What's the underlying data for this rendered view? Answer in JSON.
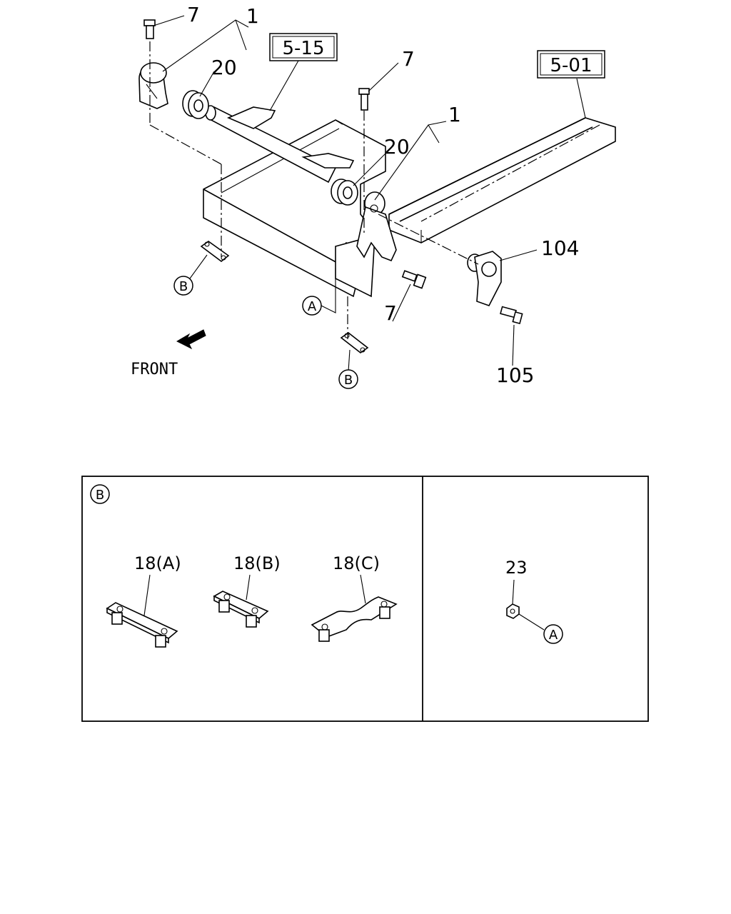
{
  "diagram": {
    "front_label": "FRONT",
    "callouts": {
      "bolt_left_top": "7",
      "bracket_left": "1",
      "bushing_left": "20",
      "bolt_center_top": "7",
      "bracket_right": "1",
      "bushing_right": "20",
      "bracket_rear": "104",
      "bolt_center_low": "7",
      "bolt_rear": "105"
    },
    "references": {
      "crossmember": "5-15",
      "frame": "5-01"
    },
    "circle_marks": {
      "b_left": "B",
      "b_center": "B",
      "a_center": "A"
    }
  },
  "detail_box": {
    "b_marker": "B",
    "parts": [
      "18(A)",
      "18(B)",
      "18(C)"
    ],
    "nut_label": "23",
    "nut_ref": "A"
  }
}
